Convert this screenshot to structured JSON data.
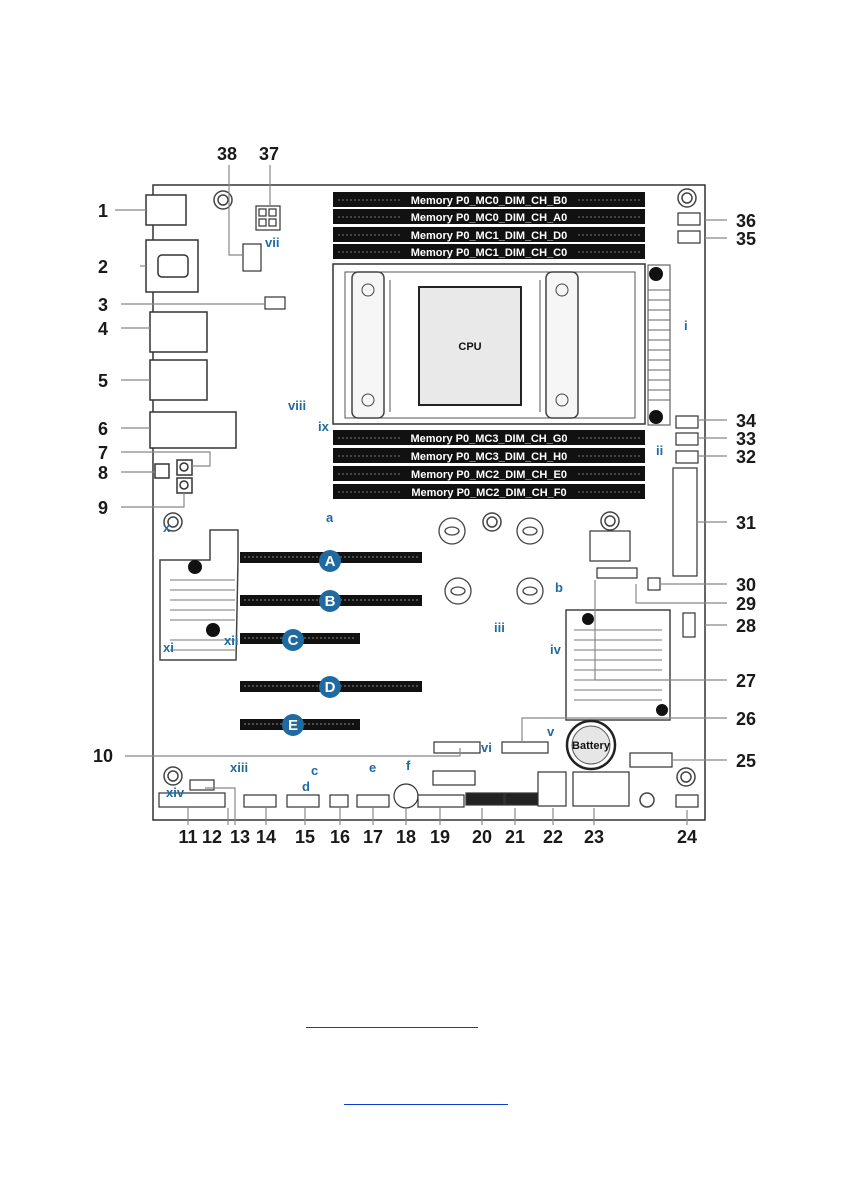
{
  "memory_slots": {
    "top": [
      "Memory P0_MC0_DIM_CH_B0",
      "Memory P0_MC0_DIM_CH_A0",
      "Memory P0_MC1_DIM_CH_D0",
      "Memory P0_MC1_DIM_CH_C0"
    ],
    "bottom": [
      "Memory P0_MC3_DIM_CH_G0",
      "Memory P0_MC3_DIM_CH_H0",
      "Memory P0_MC2_DIM_CH_E0",
      "Memory P0_MC2_DIM_CH_F0"
    ]
  },
  "cpu_label": "CPU",
  "battery_label": "Battery",
  "pcie_slots": [
    "A",
    "B",
    "C",
    "D",
    "E"
  ],
  "callouts": [
    "1",
    "2",
    "3",
    "4",
    "5",
    "6",
    "7",
    "8",
    "9",
    "10",
    "11",
    "12",
    "13",
    "14",
    "15",
    "16",
    "17",
    "18",
    "19",
    "20",
    "21",
    "22",
    "23",
    "24",
    "25",
    "26",
    "27",
    "28",
    "29",
    "30",
    "31",
    "32",
    "33",
    "34",
    "35",
    "36",
    "37",
    "38"
  ],
  "jumpers": {
    "roman": [
      "i",
      "ii",
      "iii",
      "iv",
      "v",
      "vi",
      "vii",
      "viii",
      "ix",
      "x",
      "xi",
      "xii",
      "xiii",
      "xiv"
    ],
    "letters": [
      "a",
      "b",
      "c",
      "d",
      "e",
      "f"
    ]
  },
  "colors": {
    "jumper_label": "#1f6aa0",
    "pcie_badge": "#1f6aa0",
    "link": "#0b3bd6"
  }
}
